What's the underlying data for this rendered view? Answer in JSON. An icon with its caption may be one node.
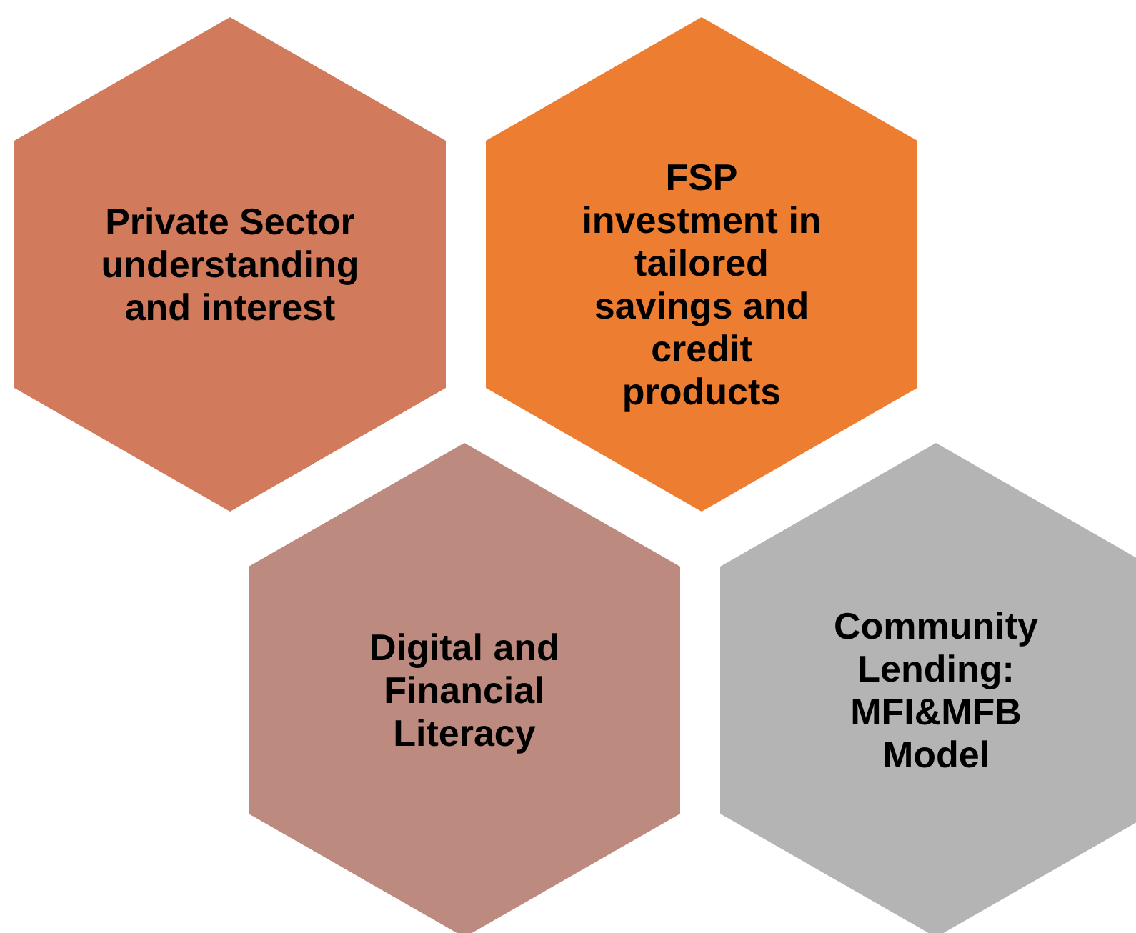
{
  "diagram": {
    "nodes": [
      {
        "text": [
          "Private Sector understanding and interest"
        ]
      },
      {
        "text": [
          "FSP investment in tailored savings and credit products"
        ]
      },
      {
        "text": [
          "Digital and Financial Literacy"
        ]
      },
      {
        "text": [
          "Community Lending: MFI&MFB Model"
        ]
      }
    ]
  }
}
